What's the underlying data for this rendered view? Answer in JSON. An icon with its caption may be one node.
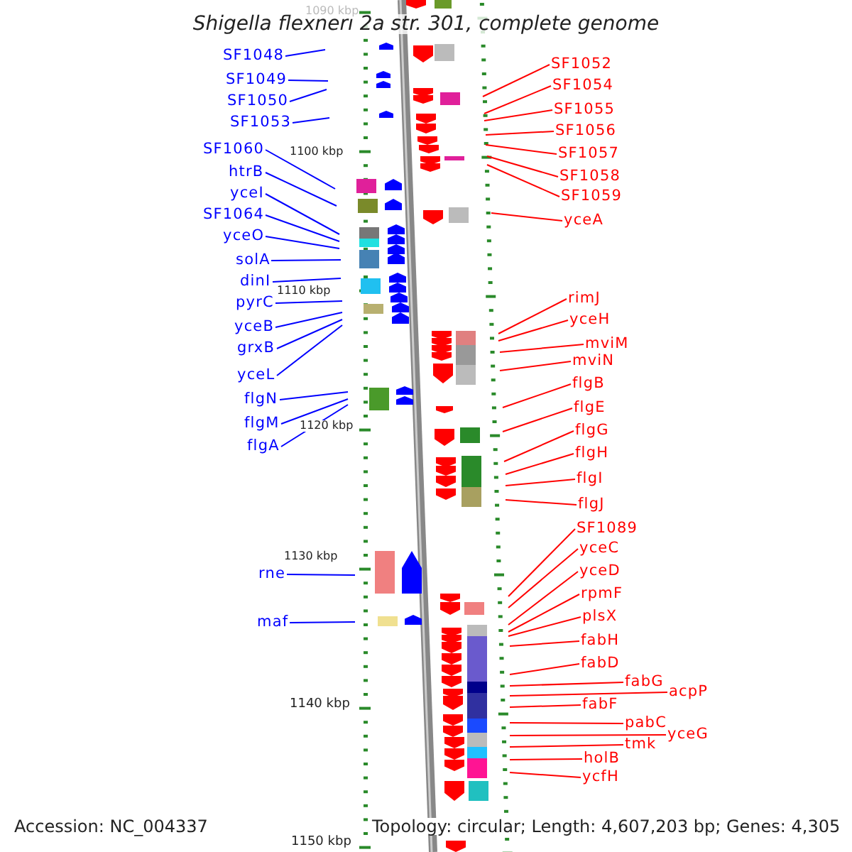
{
  "diagram": {
    "title": "Shigella flexneri 2a str. 301, complete genome",
    "nodes": [
      {
        "text": [
          "SF1048"
        ]
      },
      {
        "text": [
          "SF1049"
        ]
      },
      {
        "text": [
          "SF1050"
        ]
      },
      {
        "text": [
          "SF1053"
        ]
      },
      {
        "text": [
          "SF1060"
        ]
      },
      {
        "text": [
          "htrB"
        ]
      },
      {
        "text": [
          "yceI"
        ]
      },
      {
        "text": [
          "SF1064"
        ]
      },
      {
        "text": [
          "yceO"
        ]
      },
      {
        "text": [
          "solA"
        ]
      },
      {
        "text": [
          "dinI"
        ]
      },
      {
        "text": [
          "pyrC"
        ]
      },
      {
        "text": [
          "yceB"
        ]
      },
      {
        "text": [
          "grxB"
        ]
      },
      {
        "text": [
          "yceL"
        ]
      },
      {
        "text": [
          "flgN"
        ]
      },
      {
        "text": [
          "flgM"
        ]
      },
      {
        "text": [
          "flgA"
        ]
      },
      {
        "text": [
          "rne"
        ]
      },
      {
        "text": [
          "maf"
        ]
      },
      {
        "text": [
          "SF1052"
        ]
      },
      {
        "text": [
          "SF1054"
        ]
      },
      {
        "text": [
          "SF1055"
        ]
      },
      {
        "text": [
          "SF1056"
        ]
      },
      {
        "text": [
          "SF1057"
        ]
      },
      {
        "text": [
          "SF1058"
        ]
      },
      {
        "text": [
          "SF1059"
        ]
      },
      {
        "text": [
          "yceA"
        ]
      },
      {
        "text": [
          "rimJ"
        ]
      },
      {
        "text": [
          "yceH"
        ]
      },
      {
        "text": [
          "mviM"
        ]
      },
      {
        "text": [
          "mviN"
        ]
      },
      {
        "text": [
          "flgB"
        ]
      },
      {
        "text": [
          "flgE"
        ]
      },
      {
        "text": [
          "flgG"
        ]
      },
      {
        "text": [
          "flgH"
        ]
      },
      {
        "text": [
          "flgI"
        ]
      },
      {
        "text": [
          "flgJ"
        ]
      },
      {
        "text": [
          "SF1089"
        ]
      },
      {
        "text": [
          "yceC"
        ]
      },
      {
        "text": [
          "yceD"
        ]
      },
      {
        "text": [
          "rpmF"
        ]
      },
      {
        "text": [
          "plsX"
        ]
      },
      {
        "text": [
          "fabH"
        ]
      },
      {
        "text": [
          "fabD"
        ]
      },
      {
        "text": [
          "fabG"
        ]
      },
      {
        "text": [
          "acpP"
        ]
      },
      {
        "text": [
          "fabF"
        ]
      },
      {
        "text": [
          "pabC"
        ]
      },
      {
        "text": [
          "yceG"
        ]
      },
      {
        "text": [
          "tmk"
        ]
      },
      {
        "text": [
          "holB"
        ]
      },
      {
        "text": [
          "ycfH"
        ]
      }
    ],
    "edges": [
      {
        "from": 0,
        "to": null,
        "arrow": "none",
        "color": "#0000ff"
      },
      {
        "from": 1,
        "to": null,
        "arrow": "none",
        "color": "#0000ff"
      },
      {
        "from": 2,
        "to": null,
        "arrow": "none",
        "color": "#0000ff"
      },
      {
        "from": 3,
        "to": null,
        "arrow": "none",
        "color": "#0000ff"
      },
      {
        "from": 4,
        "to": null,
        "arrow": "none",
        "color": "#0000ff"
      },
      {
        "from": 5,
        "to": null,
        "arrow": "none",
        "color": "#0000ff"
      },
      {
        "from": 6,
        "to": null,
        "arrow": "none",
        "color": "#0000ff"
      },
      {
        "from": 7,
        "to": null,
        "arrow": "none",
        "color": "#0000ff"
      },
      {
        "from": 8,
        "to": null,
        "arrow": "none",
        "color": "#0000ff"
      },
      {
        "from": 9,
        "to": null,
        "arrow": "none",
        "color": "#0000ff"
      },
      {
        "from": 10,
        "to": null,
        "arrow": "none",
        "color": "#0000ff"
      },
      {
        "from": 11,
        "to": null,
        "arrow": "none",
        "color": "#0000ff"
      },
      {
        "from": 12,
        "to": null,
        "arrow": "none",
        "color": "#0000ff"
      },
      {
        "from": 13,
        "to": null,
        "arrow": "none",
        "color": "#0000ff"
      },
      {
        "from": 14,
        "to": null,
        "arrow": "none",
        "color": "#0000ff"
      },
      {
        "from": 15,
        "to": null,
        "arrow": "none",
        "color": "#0000ff"
      },
      {
        "from": 16,
        "to": null,
        "arrow": "none",
        "color": "#0000ff"
      },
      {
        "from": 17,
        "to": null,
        "arrow": "none",
        "color": "#0000ff"
      },
      {
        "from": 18,
        "to": null,
        "arrow": "none",
        "color": "#0000ff"
      },
      {
        "from": 19,
        "to": null,
        "arrow": "none",
        "color": "#0000ff"
      },
      {
        "from": 20,
        "to": null,
        "arrow": "none"
      },
      {
        "from": 21,
        "to": null,
        "arrow": "none"
      },
      {
        "from": 22,
        "to": null,
        "arrow": "none"
      },
      {
        "from": 23,
        "to": null,
        "arrow": "none"
      },
      {
        "from": 24,
        "to": null,
        "arrow": "none"
      },
      {
        "from": 25,
        "to": null,
        "arrow": "none"
      },
      {
        "from": 26,
        "to": null,
        "arrow": "none"
      },
      {
        "from": 27,
        "to": null,
        "arrow": "none"
      },
      {
        "from": 28,
        "to": null,
        "arrow": "none"
      },
      {
        "from": 29,
        "to": null,
        "arrow": "none"
      },
      {
        "from": 30,
        "to": null,
        "arrow": "none"
      },
      {
        "from": 31,
        "to": null,
        "arrow": "none"
      },
      {
        "from": 32,
        "to": null,
        "arrow": "none"
      },
      {
        "from": 33,
        "to": null,
        "arrow": "none"
      },
      {
        "from": 34,
        "to": null,
        "arrow": "none"
      },
      {
        "from": 35,
        "to": null,
        "arrow": "none"
      },
      {
        "from": 36,
        "to": null,
        "arrow": "none"
      },
      {
        "from": 37,
        "to": null,
        "arrow": "none"
      },
      {
        "from": 38,
        "to": null,
        "arrow": "none"
      },
      {
        "from": 39,
        "to": null,
        "arrow": "none"
      },
      {
        "from": 40,
        "to": null,
        "arrow": "none"
      },
      {
        "from": 41,
        "to": null,
        "arrow": "none"
      },
      {
        "from": 42,
        "to": null,
        "arrow": "none"
      },
      {
        "from": 43,
        "to": null,
        "arrow": "none"
      },
      {
        "from": 44,
        "to": null,
        "arrow": "none"
      },
      {
        "from": 45,
        "to": null,
        "arrow": "none"
      },
      {
        "from": 46,
        "to": null,
        "arrow": "none"
      },
      {
        "from": 47,
        "to": null,
        "arrow": "none"
      },
      {
        "from": 48,
        "to": null,
        "arrow": "none"
      },
      {
        "from": 49,
        "to": null,
        "arrow": "none"
      },
      {
        "from": 50,
        "to": null,
        "arrow": "none"
      },
      {
        "from": 51,
        "to": null,
        "arrow": "none"
      },
      {
        "from": 52,
        "to": null,
        "arrow": "none"
      }
    ],
    "labels": [
      "1090 kbp",
      "1100 kbp",
      "1110 kbp",
      "1120 kbp",
      "1130 kbp",
      "1140 kbp",
      "Accession: NC_004337",
      "Topology: circular; Length: 4,607,203 bp; Genes: 4,305",
      "1150 kbp"
    ]
  }
}
